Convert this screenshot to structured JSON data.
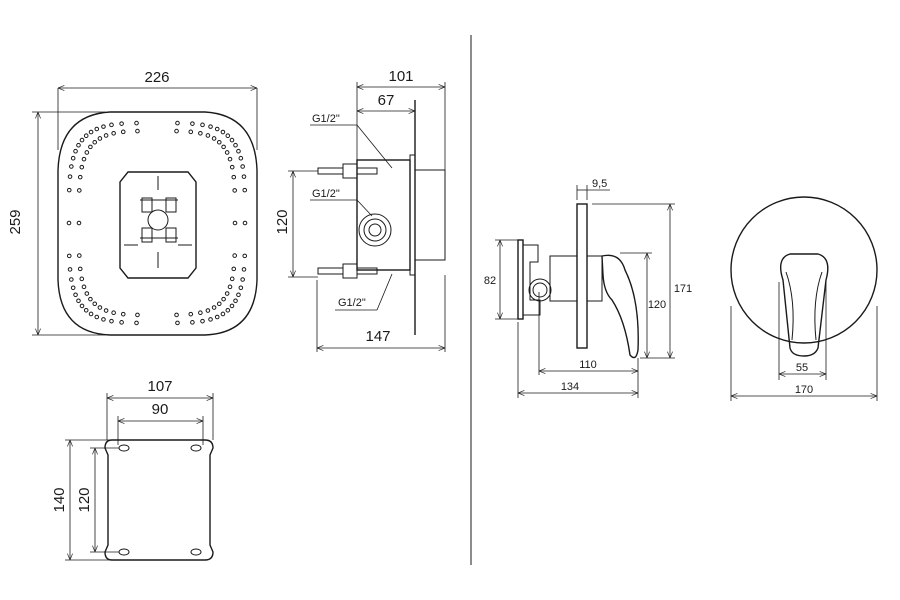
{
  "front_plate": {
    "width": "226",
    "height": "259"
  },
  "side_box": {
    "depth_total": "101",
    "depth_plate": "67",
    "inlet_spacing": "120",
    "length": "147",
    "thread_top": "G1/2\"",
    "thread_mid": "G1/2\"",
    "thread_bottom": "G1/2\""
  },
  "mount_plate": {
    "outer_width": "107",
    "inner_width": "90",
    "outer_height": "140",
    "inner_height": "120"
  },
  "mixer_side": {
    "plate_thickness": "9,5",
    "body_height": "82",
    "total_height": "171",
    "lever_height": "120",
    "lever_reach": "110",
    "total_depth": "134"
  },
  "mixer_front": {
    "lever_width": "55",
    "rosette_diameter": "170"
  }
}
